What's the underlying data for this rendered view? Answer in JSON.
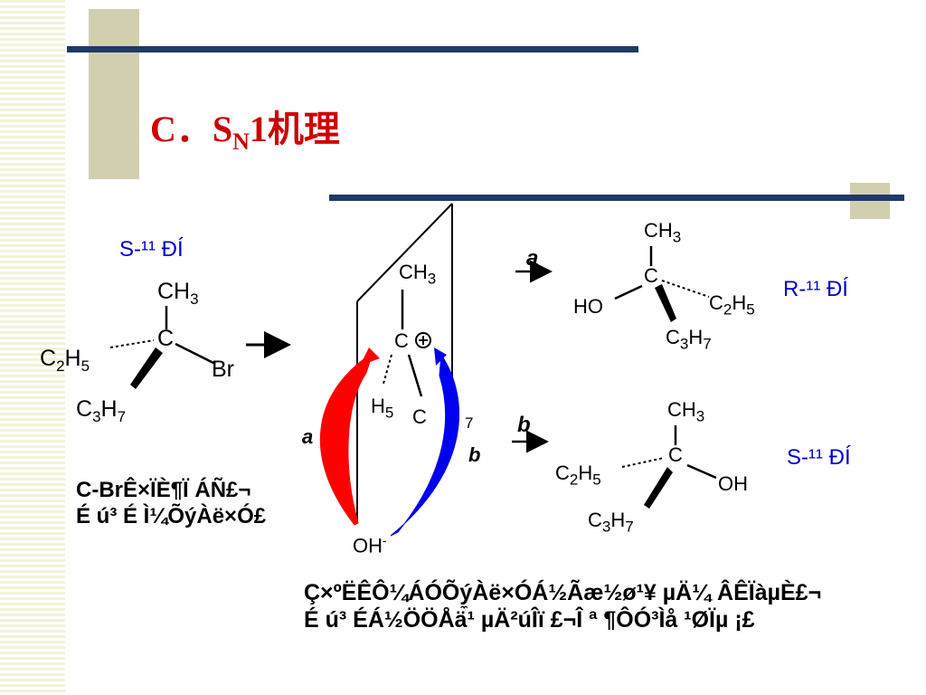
{
  "title": {
    "prefix": "C．S",
    "sub": "N",
    "suffix": "1机理"
  },
  "config_labels": {
    "reactant": "S-¹¹ ÐÍ",
    "product_a": "R-¹¹ ÐÍ",
    "product_b": "S-¹¹ ÐÍ"
  },
  "reactant": {
    "ch3": "CH",
    "c": "C",
    "c2h5": "C",
    "c3h7": "C",
    "br": "Br"
  },
  "intermediate": {
    "ch3": "CH",
    "c": "C",
    "h5": "H",
    "c_fragment": "C",
    "oh": "OH",
    "oh_charge": "-",
    "arrow_a": "a",
    "arrow_b": "b"
  },
  "path_labels": {
    "a": "a",
    "b": "b"
  },
  "product_a": {
    "ch3": "CH",
    "c": "C",
    "ho": "HO",
    "c2h5": "C",
    "c3h7": "C"
  },
  "product_b": {
    "ch3": "CH",
    "c": "C",
    "c2h5": "C",
    "oh": "OH",
    "c3h7": "C"
  },
  "subscripts": {
    "two": "2",
    "three": "3",
    "five": "5",
    "seven": "7"
  },
  "notes": {
    "left_line1": "C-BrÊ×ÏÈ¶Ï ÁÑ£¬",
    "left_line2": "É ú³ É Ì¼ÕýÀë×Ó£",
    "bottom_line1": "Ç×ºËÊÔ¼ÁÓÕý̼Àë×ÓÁ½Ãæ½ø¹¥ µÄ¼ ÂÊÏàµÈ£¬",
    "bottom_line2": "É ú³ ÉÁ½ÖÖÅä¹ µÄ²úÎï £¬Î ª ¶ÔÓ³Ìå ¹ØÏµ ¡£"
  },
  "colors": {
    "title": "#cc0000",
    "label": "#0000cc",
    "arrow_a": "#ff0000",
    "arrow_b": "#0000ee",
    "bar": "#1f3a66"
  }
}
